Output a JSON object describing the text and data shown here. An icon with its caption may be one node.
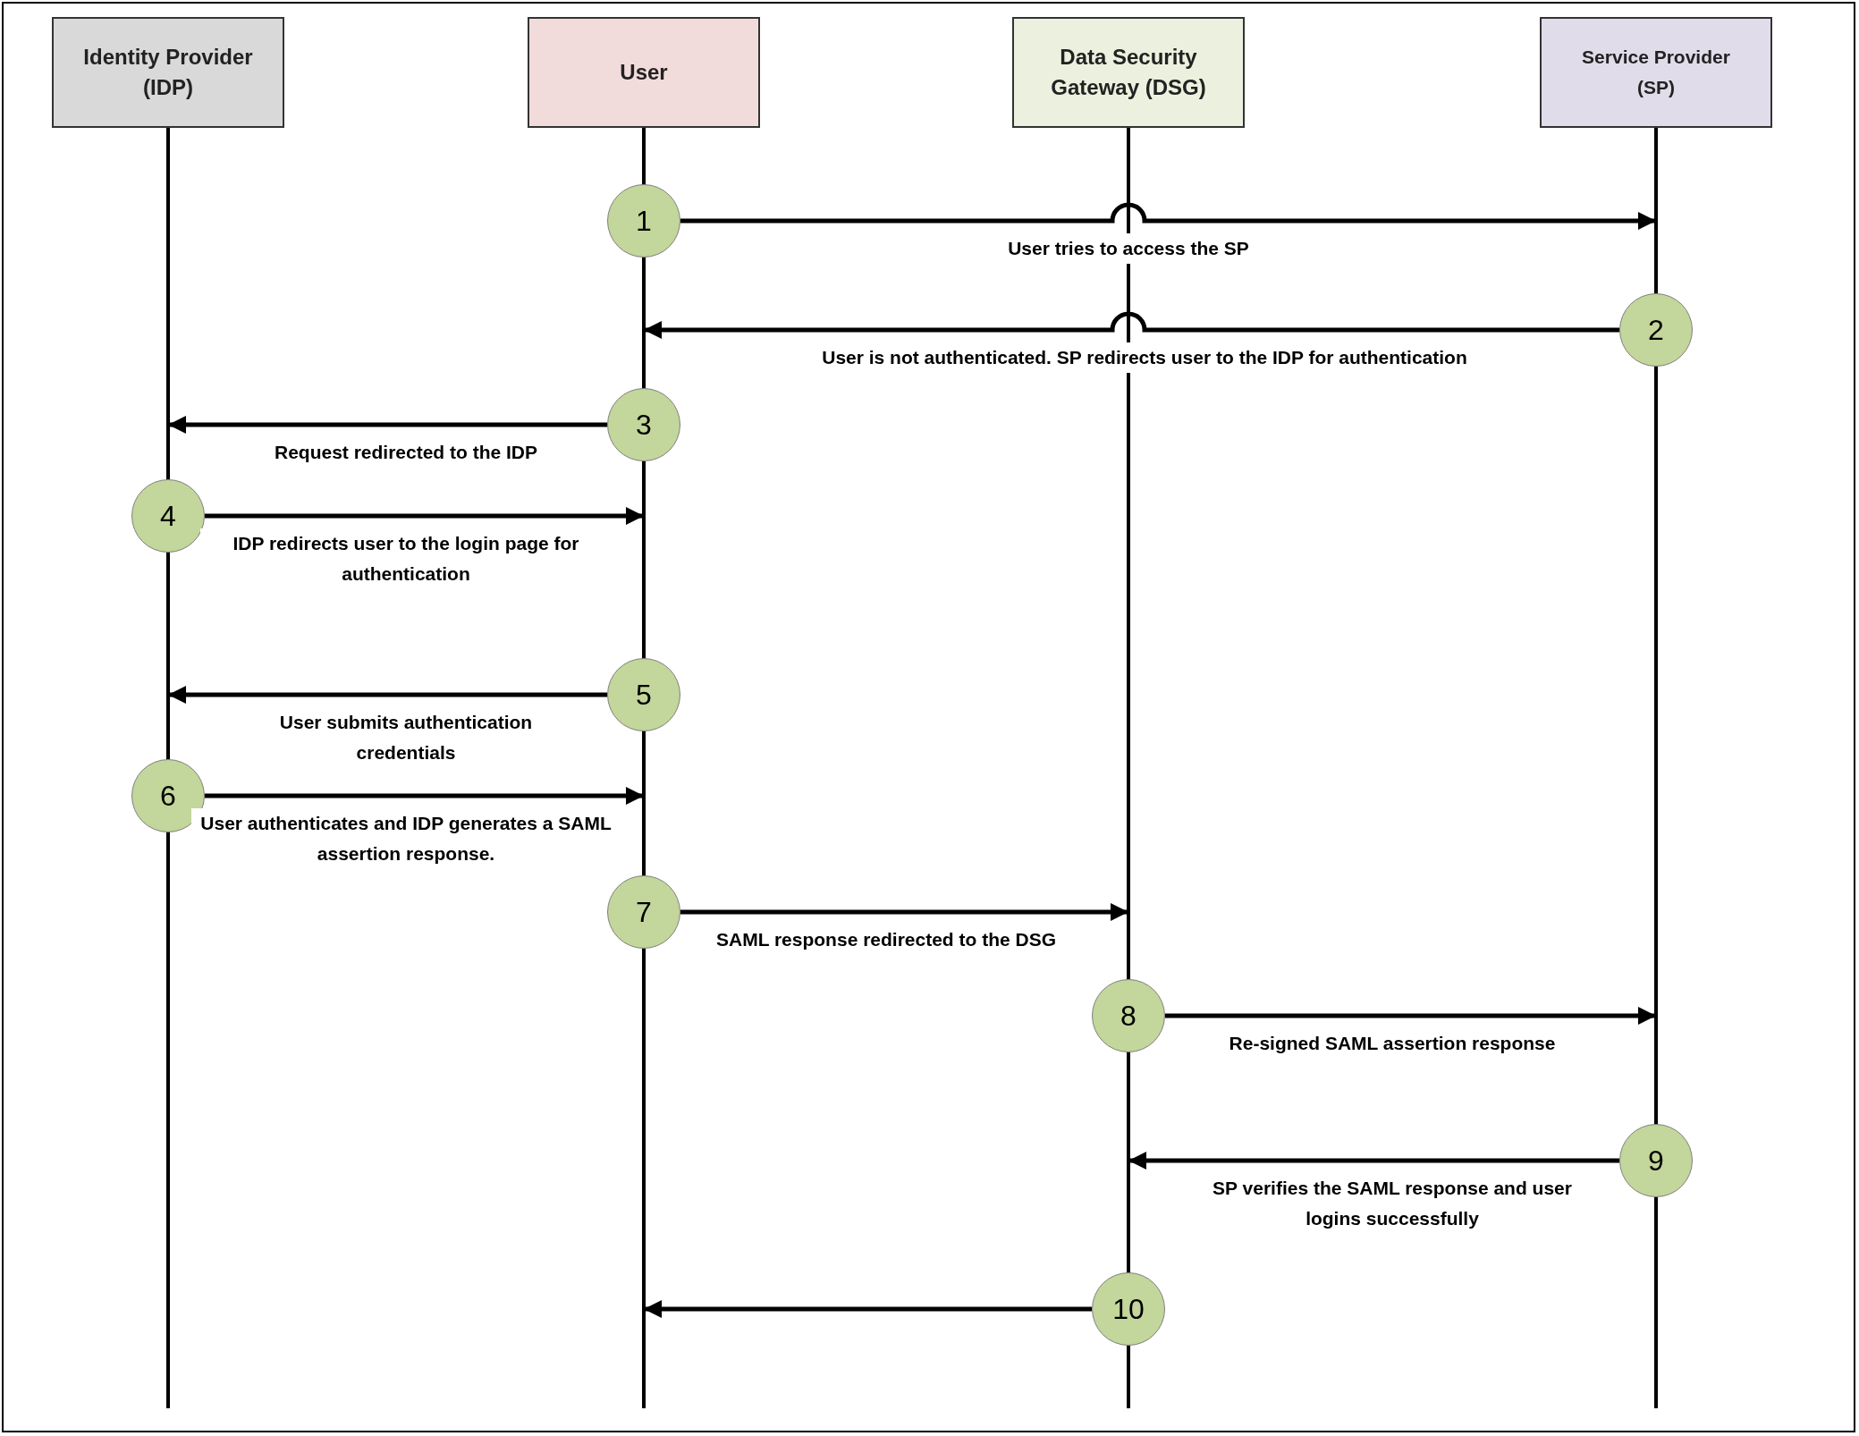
{
  "diagram": {
    "nodes": [
      {
        "text": [
          "Identity Provider (IDP)"
        ]
      },
      {
        "text": [
          "User"
        ]
      },
      {
        "text": [
          "Data Security Gateway (DSG)"
        ]
      },
      {
        "text": [
          "Service Provider (SP)"
        ]
      },
      {
        "text": [],
        "shape": "bar"
      },
      {
        "text": [],
        "shape": "bar"
      },
      {
        "text": [],
        "shape": "bar"
      },
      {
        "text": [],
        "shape": "bar"
      },
      {
        "text": [
          "1"
        ],
        "in": 5
      },
      {
        "text": [
          "2"
        ],
        "in": 7
      },
      {
        "text": [
          "3"
        ],
        "in": 5
      },
      {
        "text": [
          "4"
        ],
        "in": 4
      },
      {
        "text": [
          "5"
        ],
        "in": 5
      },
      {
        "text": [
          "6"
        ],
        "in": 4
      },
      {
        "text": [
          "7"
        ],
        "in": 5
      },
      {
        "text": [
          "8"
        ],
        "in": 6
      },
      {
        "text": [
          "9"
        ],
        "in": 7
      },
      {
        "text": [
          "10"
        ],
        "in": 6
      }
    ],
    "edges": [
      {
        "from": 8,
        "to": 7,
        "arrow": "to",
        "label": "User tries to access the SP"
      },
      {
        "from": 9,
        "to": 5,
        "arrow": "to",
        "label": "User is not authenticated. SP redirects user to the IDP for authentication"
      },
      {
        "from": 10,
        "to": 4,
        "arrow": "to",
        "label": "Request redirected to the IDP"
      },
      {
        "from": 11,
        "to": 5,
        "arrow": "to",
        "label": "IDP redirects user to the login page for authentication"
      },
      {
        "from": 12,
        "to": 4,
        "arrow": "to",
        "label": "User submits authentication credentials"
      },
      {
        "from": 13,
        "to": 5,
        "arrow": "to",
        "label": "User authenticates and IDP generates a SAML assertion response."
      },
      {
        "from": 14,
        "to": 6,
        "arrow": "to",
        "label": "SAML response redirected to the DSG"
      },
      {
        "from": 15,
        "to": 7,
        "arrow": "to",
        "label": "Re-signed SAML assertion response"
      },
      {
        "from": 16,
        "to": 6,
        "arrow": "to",
        "label": "SP verifies the SAML response and user logins successfully"
      },
      {
        "from": 17,
        "to": 5,
        "arrow": "to"
      }
    ]
  }
}
